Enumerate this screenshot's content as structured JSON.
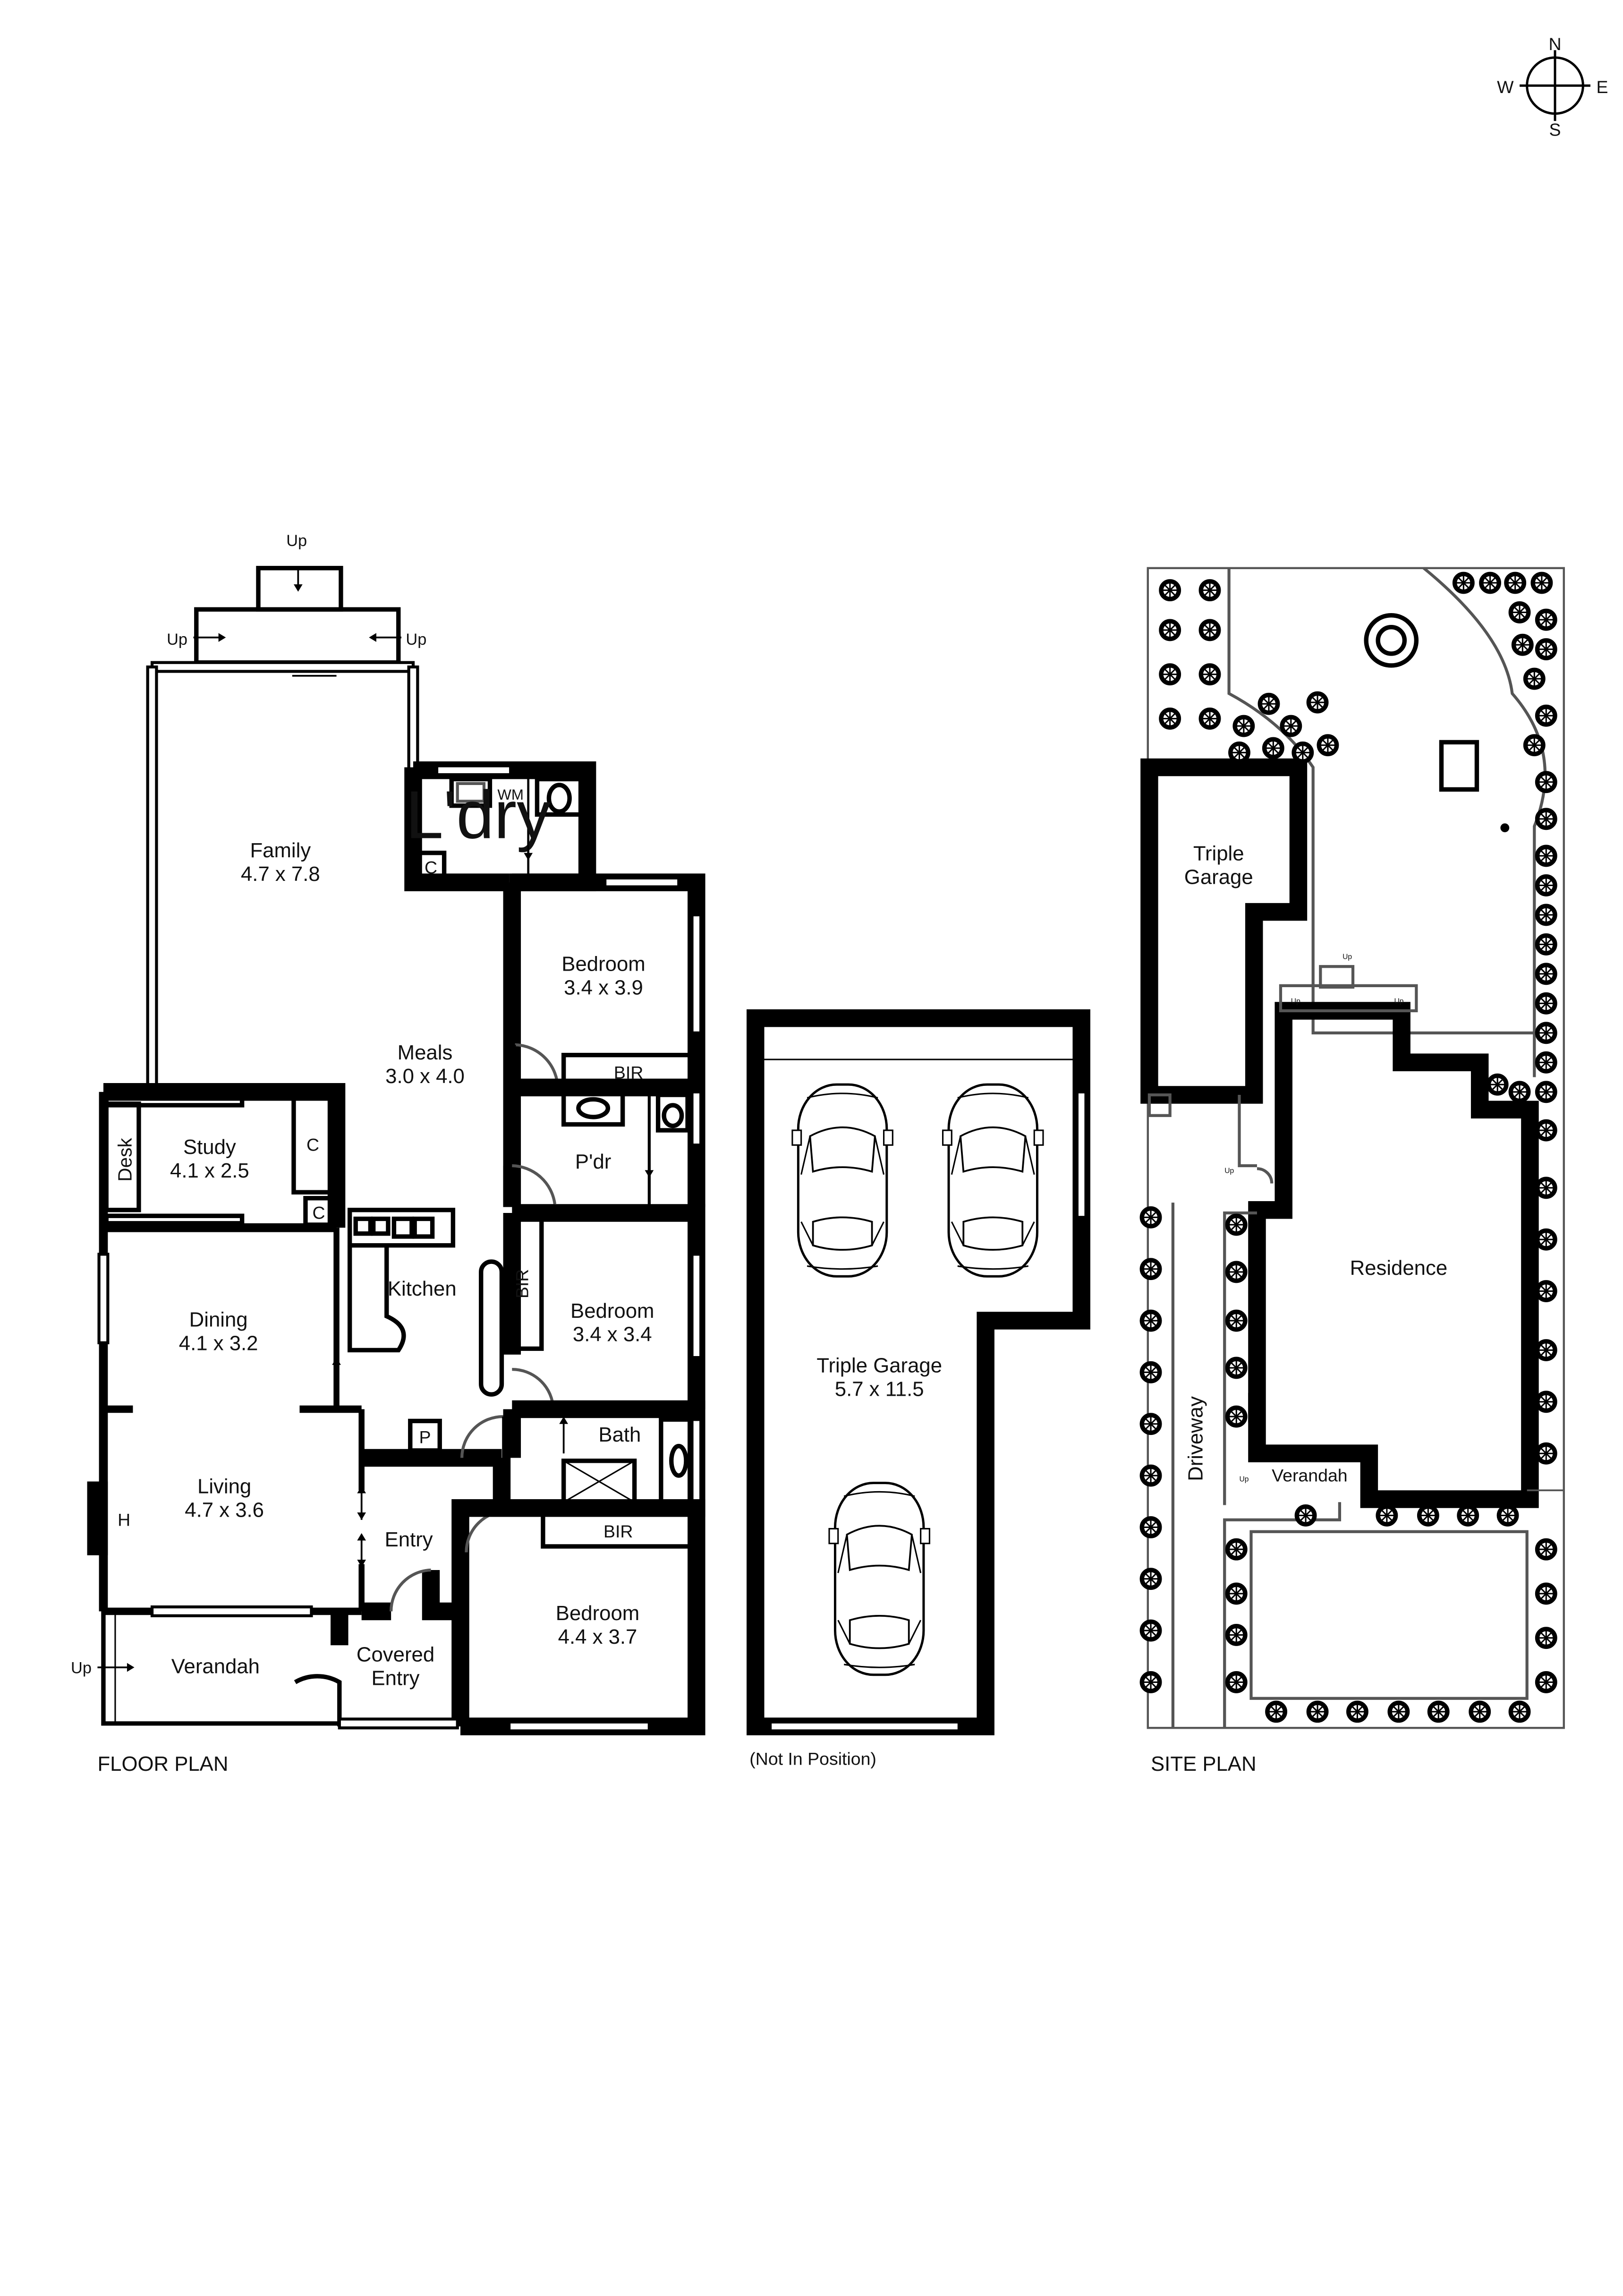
{
  "compass": {
    "n": "N",
    "e": "E",
    "s": "S",
    "w": "W"
  },
  "floor_plan": {
    "caption": "FLOOR PLAN",
    "rooms": {
      "family": {
        "name": "Family",
        "dims": "4.7 x 7.8"
      },
      "laundry": {
        "name": "L'dry"
      },
      "wm": "WM",
      "meals": {
        "name": "Meals",
        "dims": "3.0 x 4.0"
      },
      "bedroom1": {
        "name": "Bedroom",
        "dims": "3.4 x 3.9"
      },
      "bir1": "BIR",
      "powder": {
        "name": "P'dr"
      },
      "study": {
        "name": "Study",
        "dims": "4.1 x 2.5"
      },
      "desk": "Desk",
      "cupboard": "C",
      "kitchen": {
        "name": "Kitchen"
      },
      "dining": {
        "name": "Dining",
        "dims": "4.1 x 3.2"
      },
      "bedroom2": {
        "name": "Bedroom",
        "dims": "3.4 x 3.4"
      },
      "bir2": "BIR",
      "pantry": "P",
      "bath": {
        "name": "Bath"
      },
      "living": {
        "name": "Living",
        "dims": "4.7 x 3.6"
      },
      "heater": "H",
      "entry": {
        "name": "Entry"
      },
      "bir3": "BIR",
      "bedroom3": {
        "name": "Bedroom",
        "dims": "4.4 x 3.7"
      },
      "covered_entry": {
        "line1": "Covered",
        "line2": "Entry"
      },
      "verandah": {
        "name": "Verandah"
      }
    },
    "up": "Up"
  },
  "garage_plan": {
    "name": "Triple Garage",
    "dims": "5.7 x 11.5",
    "note": "(Not In Position)"
  },
  "site_plan": {
    "caption": "SITE PLAN",
    "triple_garage": {
      "line1": "Triple",
      "line2": "Garage"
    },
    "residence": "Residence",
    "driveway": "Driveway",
    "verandah": "Verandah",
    "up": "Up"
  }
}
